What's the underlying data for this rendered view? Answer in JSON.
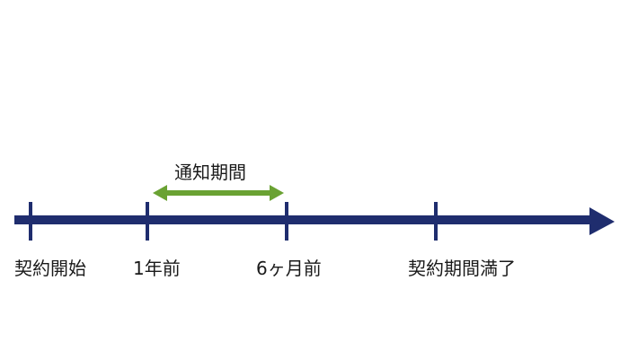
{
  "timeline": {
    "color": "#1f2d6e",
    "ticks": [
      {
        "label": "契約開始"
      },
      {
        "label": "1年前"
      },
      {
        "label": "6ヶ月前"
      },
      {
        "label": "契約期間満了"
      }
    ]
  },
  "notice_period": {
    "label": "通知期間",
    "color": "#6aa233"
  }
}
